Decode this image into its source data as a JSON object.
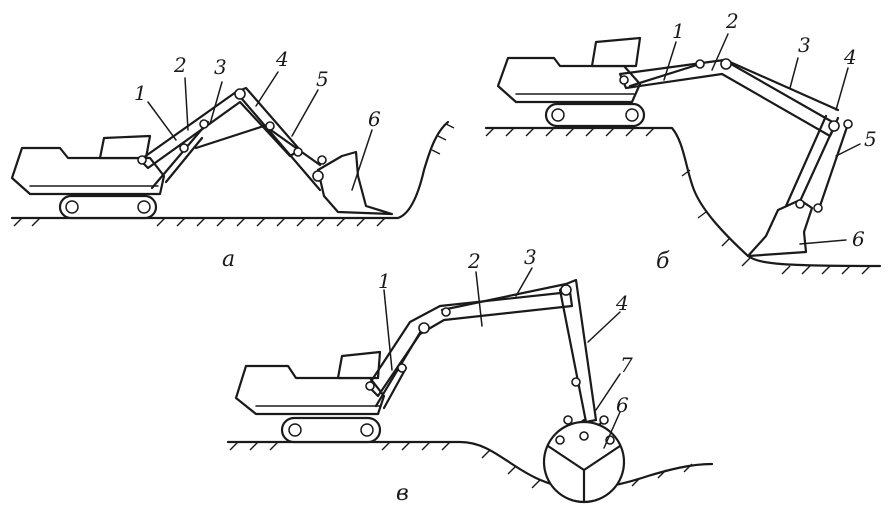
{
  "figure": {
    "panels": [
      {
        "caption": "а",
        "labels": [
          "1",
          "2",
          "3",
          "4",
          "5",
          "6"
        ]
      },
      {
        "caption": "б",
        "labels": [
          "1",
          "2",
          "3",
          "4",
          "5",
          "6"
        ]
      },
      {
        "caption": "в",
        "labels": [
          "1",
          "2",
          "3",
          "4",
          "7",
          "6"
        ]
      }
    ]
  }
}
